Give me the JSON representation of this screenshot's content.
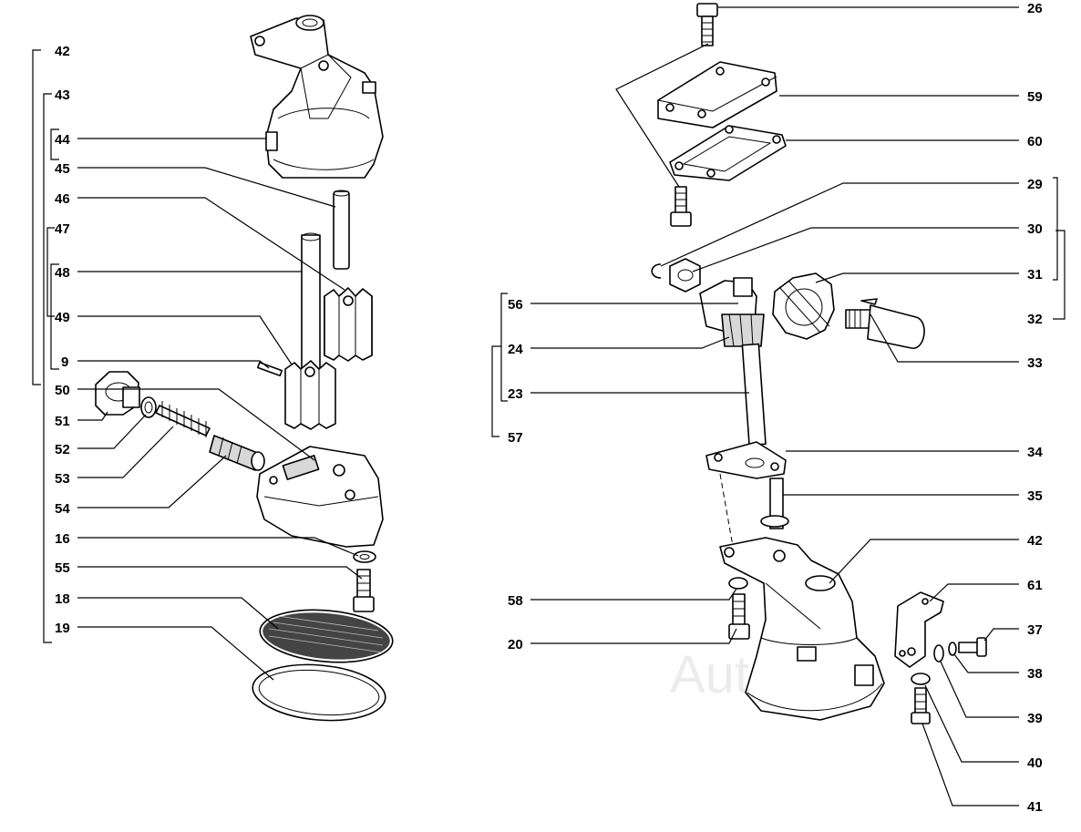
{
  "diagram": {
    "watermark": "Autoco",
    "left_labels": [
      "42",
      "43",
      "44",
      "45",
      "46",
      "47",
      "48",
      "49",
      "9",
      "50",
      "51",
      "52",
      "53",
      "54",
      "16",
      "55",
      "18",
      "19"
    ],
    "right_top_labels": [
      "26",
      "59",
      "60",
      "29",
      "30",
      "31",
      "32",
      "33"
    ],
    "mid_labels": [
      "56",
      "24",
      "23",
      "57"
    ],
    "right_bottom_labels": [
      "34",
      "35",
      "42",
      "61",
      "37",
      "38",
      "39",
      "40",
      "41"
    ],
    "bottom_left_labels": [
      "58",
      "20"
    ]
  }
}
